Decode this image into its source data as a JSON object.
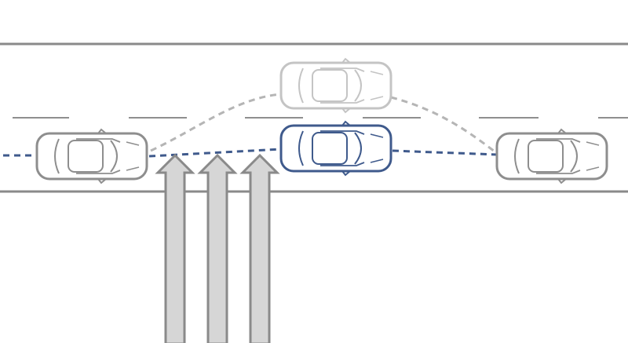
{
  "diagram": {
    "description_free": true,
    "colors": {
      "background": "#ffffff",
      "road_edge": "#8a8a8a",
      "lane_marking": "#8f8f8f",
      "car_outline": "#8e8e8e",
      "ghost_car_outline": "#c4c4c4",
      "ego_car_outline": "#3f5a8c",
      "ego_path": "#3f5a8c",
      "ghost_path": "#b5b5b5",
      "arrow_fill": "#d6d6d6",
      "arrow_stroke": "#8a8a8a"
    },
    "elements": {
      "road": "two-lane-road",
      "cars": [
        {
          "role": "car-rear",
          "style": "normal"
        },
        {
          "role": "car-lane-change-ghost",
          "style": "ghost"
        },
        {
          "role": "car-ego",
          "style": "ego"
        },
        {
          "role": "car-front",
          "style": "normal"
        }
      ],
      "paths": [
        "ego-straight-path",
        "lane-change-path"
      ],
      "arrows": [
        "cross-wind-arrow-1",
        "cross-wind-arrow-2",
        "cross-wind-arrow-3"
      ]
    }
  }
}
